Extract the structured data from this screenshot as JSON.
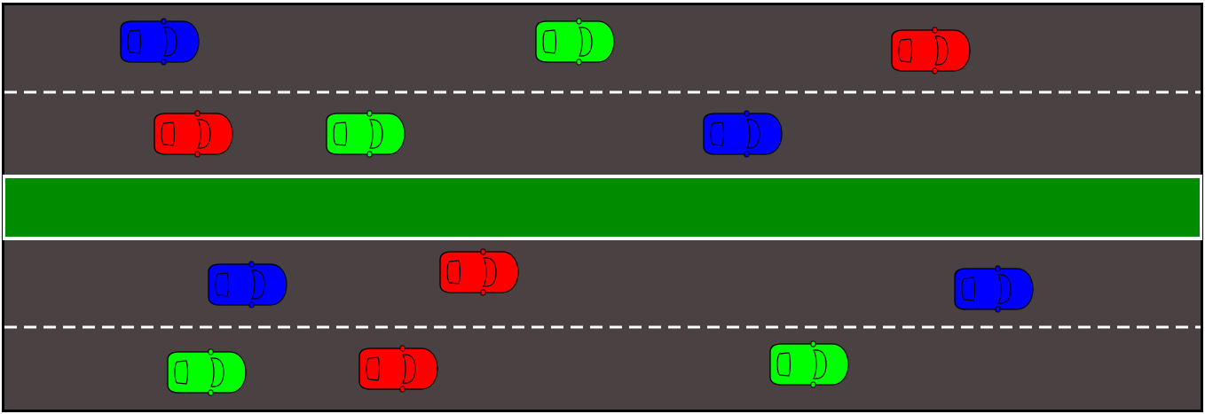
{
  "colors": {
    "asphalt": "#4a4242",
    "median": "#008c00",
    "lane_marking": "#ffffff",
    "border": "#000000",
    "car_blue": "#0000ff",
    "car_green": "#00ff00",
    "car_red": "#ff0000",
    "car_outline": "#000000"
  },
  "road": {
    "roadways": 2,
    "lanes_per_roadway": 2,
    "median": "grass",
    "lane_divider": "dashed"
  },
  "cars": [
    {
      "roadway": "top",
      "lane": 1,
      "color": "blue",
      "icon": "car-icon"
    },
    {
      "roadway": "top",
      "lane": 1,
      "color": "green",
      "icon": "car-icon"
    },
    {
      "roadway": "top",
      "lane": 1,
      "color": "red",
      "icon": "car-icon"
    },
    {
      "roadway": "top",
      "lane": 2,
      "color": "red",
      "icon": "car-icon"
    },
    {
      "roadway": "top",
      "lane": 2,
      "color": "green",
      "icon": "car-icon"
    },
    {
      "roadway": "top",
      "lane": 2,
      "color": "blue",
      "icon": "car-icon"
    },
    {
      "roadway": "bottom",
      "lane": 1,
      "color": "blue",
      "icon": "car-icon"
    },
    {
      "roadway": "bottom",
      "lane": 1,
      "color": "red",
      "icon": "car-icon"
    },
    {
      "roadway": "bottom",
      "lane": 1,
      "color": "blue",
      "icon": "car-icon"
    },
    {
      "roadway": "bottom",
      "lane": 2,
      "color": "green",
      "icon": "car-icon"
    },
    {
      "roadway": "bottom",
      "lane": 2,
      "color": "red",
      "icon": "car-icon"
    },
    {
      "roadway": "bottom",
      "lane": 2,
      "color": "green",
      "icon": "car-icon"
    }
  ]
}
